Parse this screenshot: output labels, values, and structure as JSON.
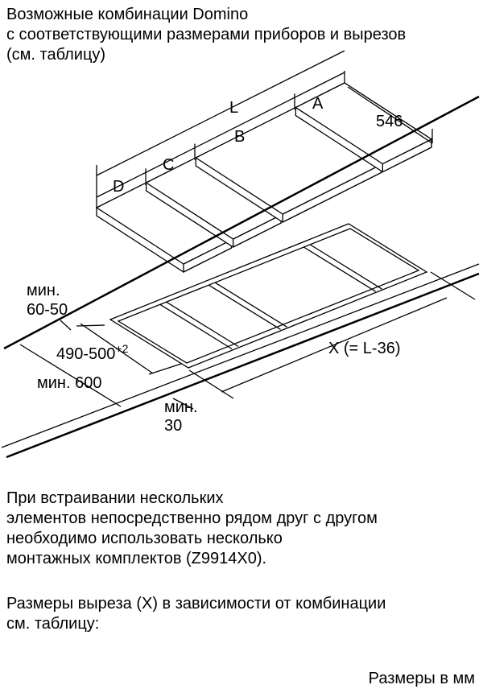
{
  "title": {
    "lines": [
      "Возможные комбинации Domino",
      "с соответствующими размерами приборов и вырезов",
      "(см. таблицу)"
    ]
  },
  "diagram": {
    "labels": {
      "L": "L",
      "A": "A",
      "B": "B",
      "C": "C",
      "D": "D",
      "depth": "546",
      "min_60_50_a": "мин.",
      "min_60_50_b": "60-50",
      "cutout_depth": "490-500",
      "cutout_depth_tol": "+2",
      "cutout_width": "X (= L-36)",
      "min_600": "мин. 600",
      "min_30_a": "мин.",
      "min_30_b": "30"
    }
  },
  "notes": {
    "paragraph1": [
      "При встраивании нескольких",
      "элементов непосредственно рядом друг с другом",
      "необходимо использовать несколько",
      "монтажных комплектов (Z9914X0)."
    ],
    "paragraph2": [
      "Размеры выреза (X) в зависимости от комбинации",
      "см. таблицу:"
    ],
    "units": "Размеры в мм"
  }
}
